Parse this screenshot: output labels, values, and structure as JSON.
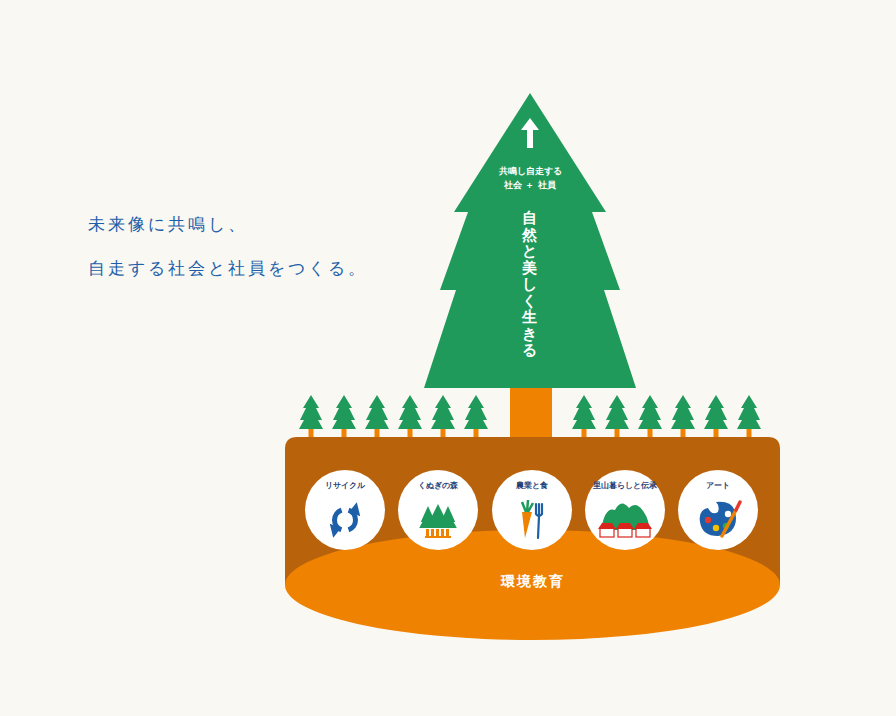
{
  "diagram": {
    "title": "未来像に共鳴し、 自走する社会と社員をつくる。",
    "nodes": [
      {
        "text": [
          "共鳴し自走する 社会 ＋ 社員",
          "自然と美しく生きる"
        ]
      },
      {
        "text": [
          "環境教育"
        ]
      },
      {
        "text": [
          "リサイクル"
        ],
        "in": 1
      },
      {
        "text": [
          "くぬぎの森"
        ],
        "in": 1
      },
      {
        "text": [
          "農業と食"
        ],
        "in": 1
      },
      {
        "text": [
          "里山暮らしと伝承"
        ],
        "in": 1
      },
      {
        "text": [
          "アート"
        ],
        "in": 1
      }
    ]
  }
}
